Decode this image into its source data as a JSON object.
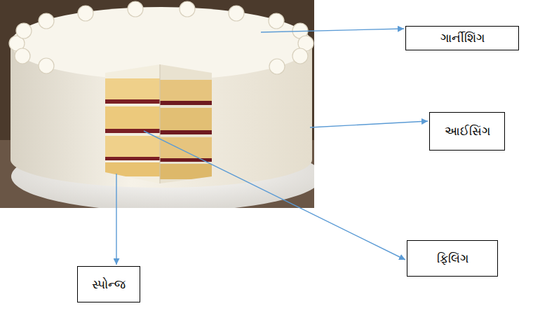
{
  "diagram": {
    "nodes": [
      {
        "text": [
          "ગાર્નીશિંગ"
        ]
      },
      {
        "text": [
          "આઈસિંગ"
        ]
      },
      {
        "text": [
          "ફિલિંગ"
        ]
      },
      {
        "text": [
          "સ્પોન્જ"
        ]
      }
    ]
  }
}
